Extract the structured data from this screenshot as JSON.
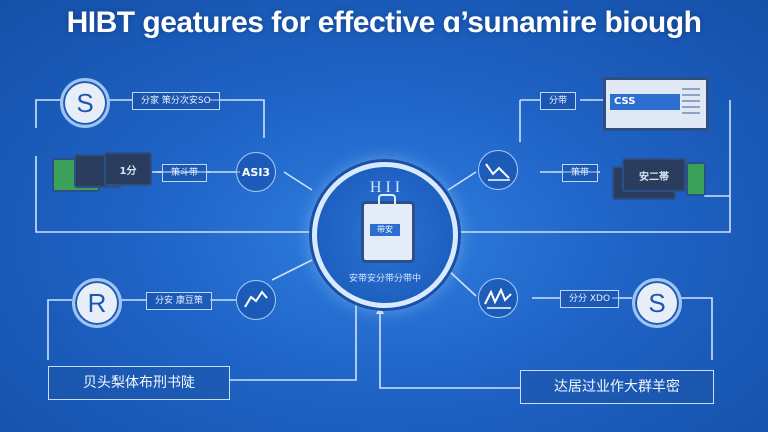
{
  "title": "HIBT ɡeatures for effective ɑ’sunamire biough",
  "nodes": {
    "top_left_coin": "S",
    "mid_left_coin": "R",
    "mid_right_coin": "S",
    "top_left_label": "分家 策分次安SO",
    "left_cards_label": "策斗带",
    "lower_left_label": "分安 康豆策",
    "top_right_label": "分带",
    "right_cards_label": "策带",
    "lower_right_label": "分分 XDO",
    "left_icon_text": "ASI3",
    "center_top_text": "H I    I",
    "center_bottom_text": "安带安分带分带中",
    "center_card_text": "带安",
    "left_card_text": "1分",
    "right_panel_logo": "CSS",
    "right_card_text": "安二帯"
  },
  "bottom_left_box": "贝头梨体布刑书陡",
  "bottom_right_box": "达居过业作大群羊密",
  "colors": {
    "background": "#1f63c6",
    "coin_fill": "#e8eef8",
    "line": "#cfe2fb"
  }
}
